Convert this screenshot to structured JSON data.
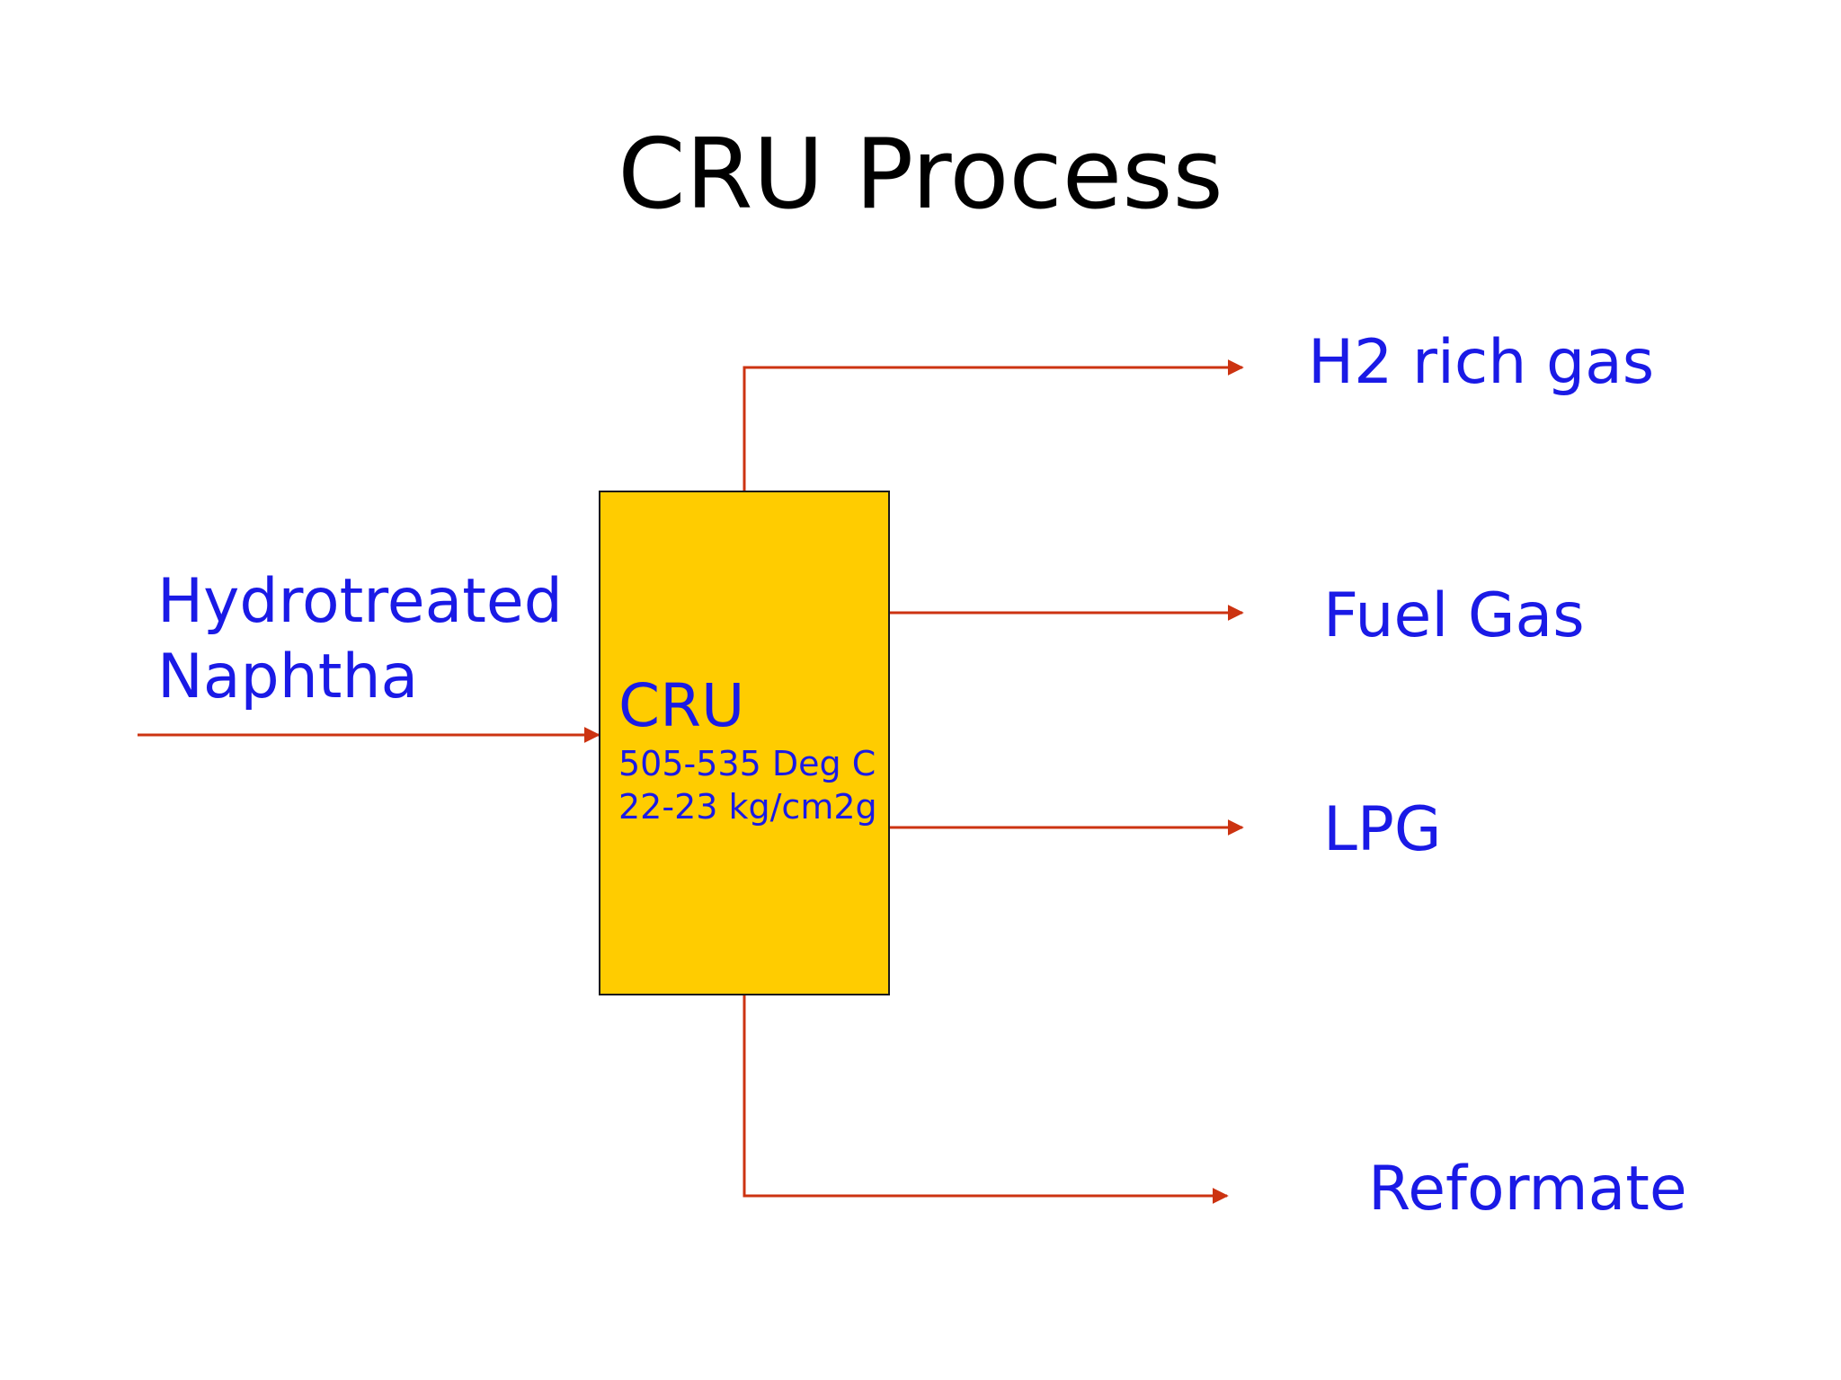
{
  "title": "CRU Process",
  "colors": {
    "label_text": "#1a1ae6",
    "unit_fill": "#ffcc00",
    "unit_border": "#1a1a1a",
    "flow_line": "#cc3311",
    "title_text": "#000000"
  },
  "feed": {
    "line1": "Hydrotreated",
    "line2": "Naphtha"
  },
  "unit": {
    "name": "CRU",
    "temperature": "505-535 Deg C",
    "pressure": "22-23 kg/cm2g"
  },
  "products": {
    "h2_rich_gas": "H2 rich gas",
    "fuel_gas": "Fuel Gas",
    "lpg": "LPG",
    "reformate": "Reformate"
  }
}
